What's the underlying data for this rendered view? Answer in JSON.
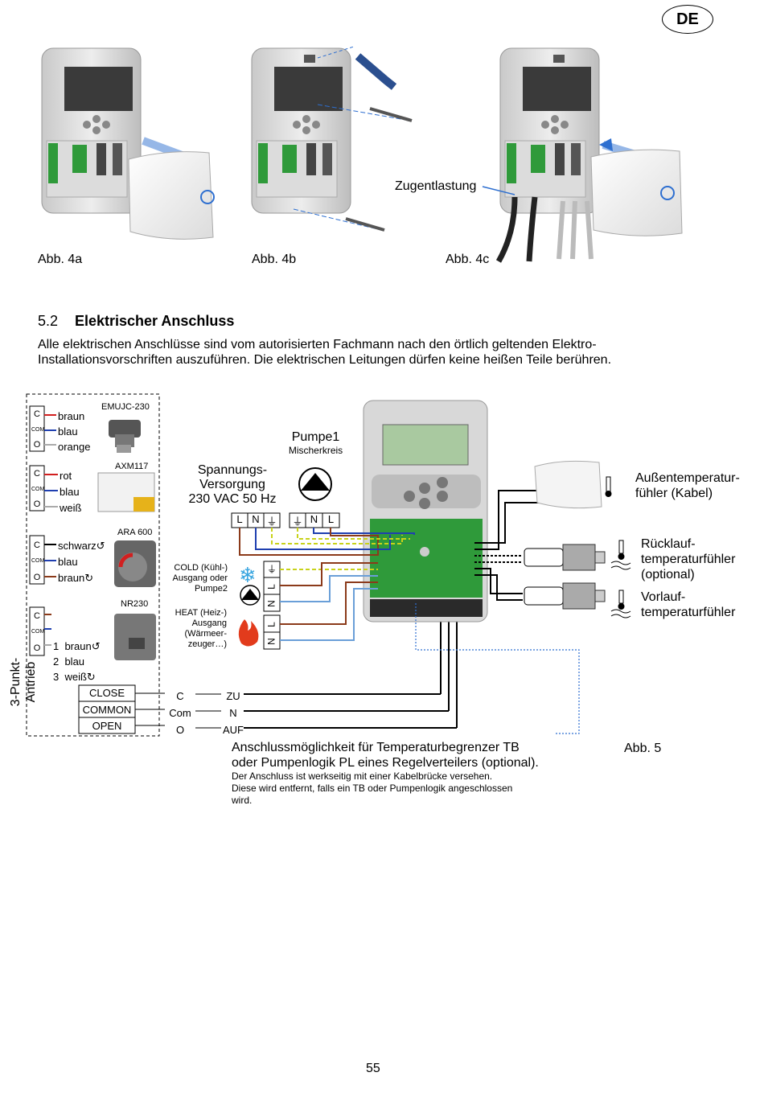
{
  "page": {
    "lang_badge": "DE",
    "page_number": "55"
  },
  "figures_top": [
    {
      "label": "Abb. 4a"
    },
    {
      "label": "Abb. 4b"
    },
    {
      "label": "Abb. 4c",
      "callout": "Zugentlastung"
    }
  ],
  "section": {
    "number": "5.2",
    "title": "Elektrischer Anschluss",
    "intro_line1": "Alle elektrischen Anschlüsse sind vom autorisierten Fachmann nach den örtlich geltenden Elektro-",
    "intro_line2": "Installationsvorschriften auszuführen. Die elektrischen Leitungen dürfen keine heißen Teile berühren."
  },
  "diagram": {
    "figure_label": "Abb. 5",
    "actuators": [
      {
        "model": "EMUJC-230",
        "wires": [
          "braun",
          "blau",
          "orange"
        ]
      },
      {
        "model": "AXM117",
        "wires": [
          "rot",
          "blau",
          "weiß"
        ]
      },
      {
        "model": "ARA 600",
        "wires": [
          "schwarz↺",
          "blau",
          "braun↻"
        ]
      },
      {
        "model": "NR230",
        "wires": [
          "1  braun↺",
          "2  blau",
          "3  weiß↻"
        ]
      }
    ],
    "terminal_letters": {
      "c": "C",
      "com": "COM",
      "o": "O"
    },
    "three_point": {
      "title_line1": "3-Punkt-",
      "title_line2": "Antrieb",
      "rows": [
        {
          "box": "CLOSE",
          "code": "C",
          "target": "ZU"
        },
        {
          "box": "COMMON",
          "code": "Com",
          "target": "N"
        },
        {
          "box": "OPEN",
          "code": "O",
          "target": "AUF"
        }
      ]
    },
    "power": {
      "line1": "Spannungs-",
      "line2": "Versorgung",
      "line3": "230 VAC 50 Hz",
      "terminals": [
        "L",
        "N",
        "⏚"
      ]
    },
    "pump1": {
      "title": "Pumpe1",
      "subtitle": "Mischerkreis",
      "terminals": [
        "⏚",
        "N",
        "L"
      ]
    },
    "cold": {
      "lines": [
        "COLD (Kühl-)",
        "Ausgang oder",
        "Pumpe2"
      ],
      "terminals": [
        "⏚",
        "L",
        "N"
      ]
    },
    "heat": {
      "lines": [
        "HEAT (Heiz-)",
        "Ausgang",
        "(Wärmeer-",
        "zeuger…)"
      ],
      "terminals": [
        "L",
        "N"
      ]
    },
    "sensors": [
      {
        "line1": "Außentemperatur-",
        "line2": "fühler (Kabel)",
        "line3": ""
      },
      {
        "line1": "Rücklauf-",
        "line2": "temperaturfühler",
        "line3": "(optional)"
      },
      {
        "line1": "Vorlauf-",
        "line2": "temperaturfühler",
        "line3": ""
      }
    ],
    "note_line1": "Anschlussmöglichkeit für Temperaturbegrenzer TB",
    "note_line2": "oder Pumpenlogik PL eines Regelverteilers (optional).",
    "note_small1": "Der Anschluss ist werkseitig mit einer Kabelbrücke versehen.",
    "note_small2": "Diese wird entfernt, falls ein TB oder Pumpenlogik angeschlossen",
    "note_small3": "wird."
  },
  "colors": {
    "brown": "#8b3a1a",
    "blue": "#1f3fb0",
    "red": "#d11f1f",
    "orange": "#f08a1c",
    "green_pcb": "#2f9a3a",
    "yellow_green": "#c8d21a",
    "light_blue": "#6a9fd8",
    "lcd_green": "#a9c9a0"
  }
}
